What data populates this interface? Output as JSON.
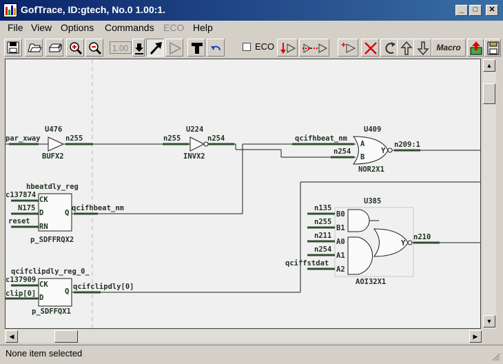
{
  "window": {
    "title": "GofTrace, ID:gtech, No.0 1.00:1."
  },
  "menu": [
    "File",
    "View",
    "Options",
    "Commands",
    "ECO",
    "Help"
  ],
  "toolbar": {
    "zoom_value": "1.00",
    "eco_label": "ECO",
    "macro_label": "Macro"
  },
  "schematic": {
    "cells": [
      {
        "name": "U476",
        "type": "BUFX2"
      },
      {
        "name": "U224",
        "type": "INVX2"
      },
      {
        "name": "U409",
        "type": "NOR2X1"
      },
      {
        "name": "U385",
        "type": "AOI32X1"
      },
      {
        "name": "hbeatdly_reg",
        "type": "p_SDFFRQX2"
      },
      {
        "name": "qcifclipdly_reg_0_",
        "type": "p_SDFFQX1"
      }
    ],
    "nets": {
      "par_xway": "par_xway",
      "n255": "n255",
      "n254": "n254",
      "qcifhbeat_nm": "qcifhbeat_nm",
      "n209": "n209:1",
      "n210": "n210",
      "c137874": "c137874",
      "n175": "N175",
      "reset": "reset",
      "c137909": "c137909",
      "clip0": "clip[0]",
      "qcifclipdly0": "qcifclipdly[0]",
      "n135": "n135",
      "n211": "n211",
      "qciffstdat": "qciffstdat"
    },
    "pins": {
      "A": "A",
      "B": "B",
      "Y": "Y",
      "CK": "CK",
      "D": "D",
      "Q": "Q",
      "RN": "RN",
      "B0": "B0",
      "B1": "B1",
      "A0": "A0",
      "A1": "A1",
      "A2": "A2"
    }
  },
  "status": {
    "text": "None item selected"
  }
}
